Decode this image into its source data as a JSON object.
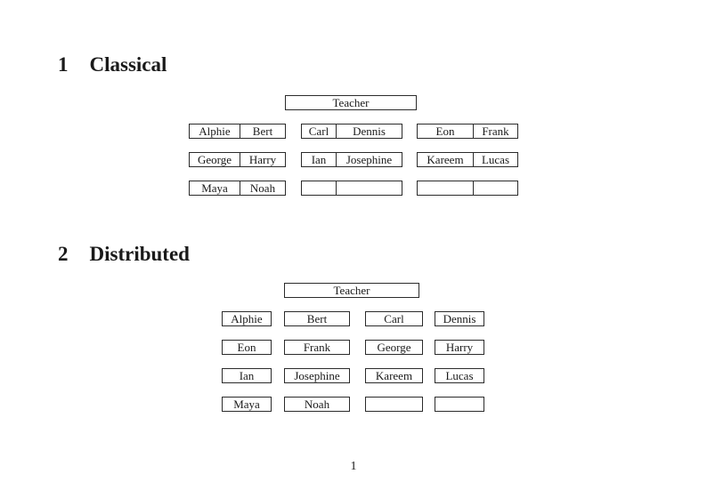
{
  "page": {
    "number": "1"
  },
  "colors": {
    "ink": "#1a1a1a",
    "border": "#2b2b2b",
    "background": "#ffffff"
  },
  "sections": [
    {
      "number": "1",
      "title": "Classical"
    },
    {
      "number": "2",
      "title": "Distributed"
    }
  ],
  "classical": {
    "teacher_label": "Teacher",
    "groups": [
      {
        "rows": [
          [
            "Alphie",
            "Bert"
          ],
          [
            "George",
            "Harry"
          ],
          [
            "Maya",
            "Noah"
          ]
        ]
      },
      {
        "rows": [
          [
            "Carl",
            "Dennis"
          ],
          [
            "Ian",
            "Josephine"
          ],
          [
            "",
            ""
          ]
        ]
      },
      {
        "rows": [
          [
            "Eon",
            "Frank"
          ],
          [
            "Kareem",
            "Lucas"
          ],
          [
            "",
            ""
          ]
        ]
      }
    ]
  },
  "distributed": {
    "teacher_label": "Teacher",
    "rows": [
      [
        "Alphie",
        "Bert",
        "Carl",
        "Dennis"
      ],
      [
        "Eon",
        "Frank",
        "George",
        "Harry"
      ],
      [
        "Ian",
        "Josephine",
        "Kareem",
        "Lucas"
      ],
      [
        "Maya",
        "Noah",
        "",
        ""
      ]
    ]
  }
}
